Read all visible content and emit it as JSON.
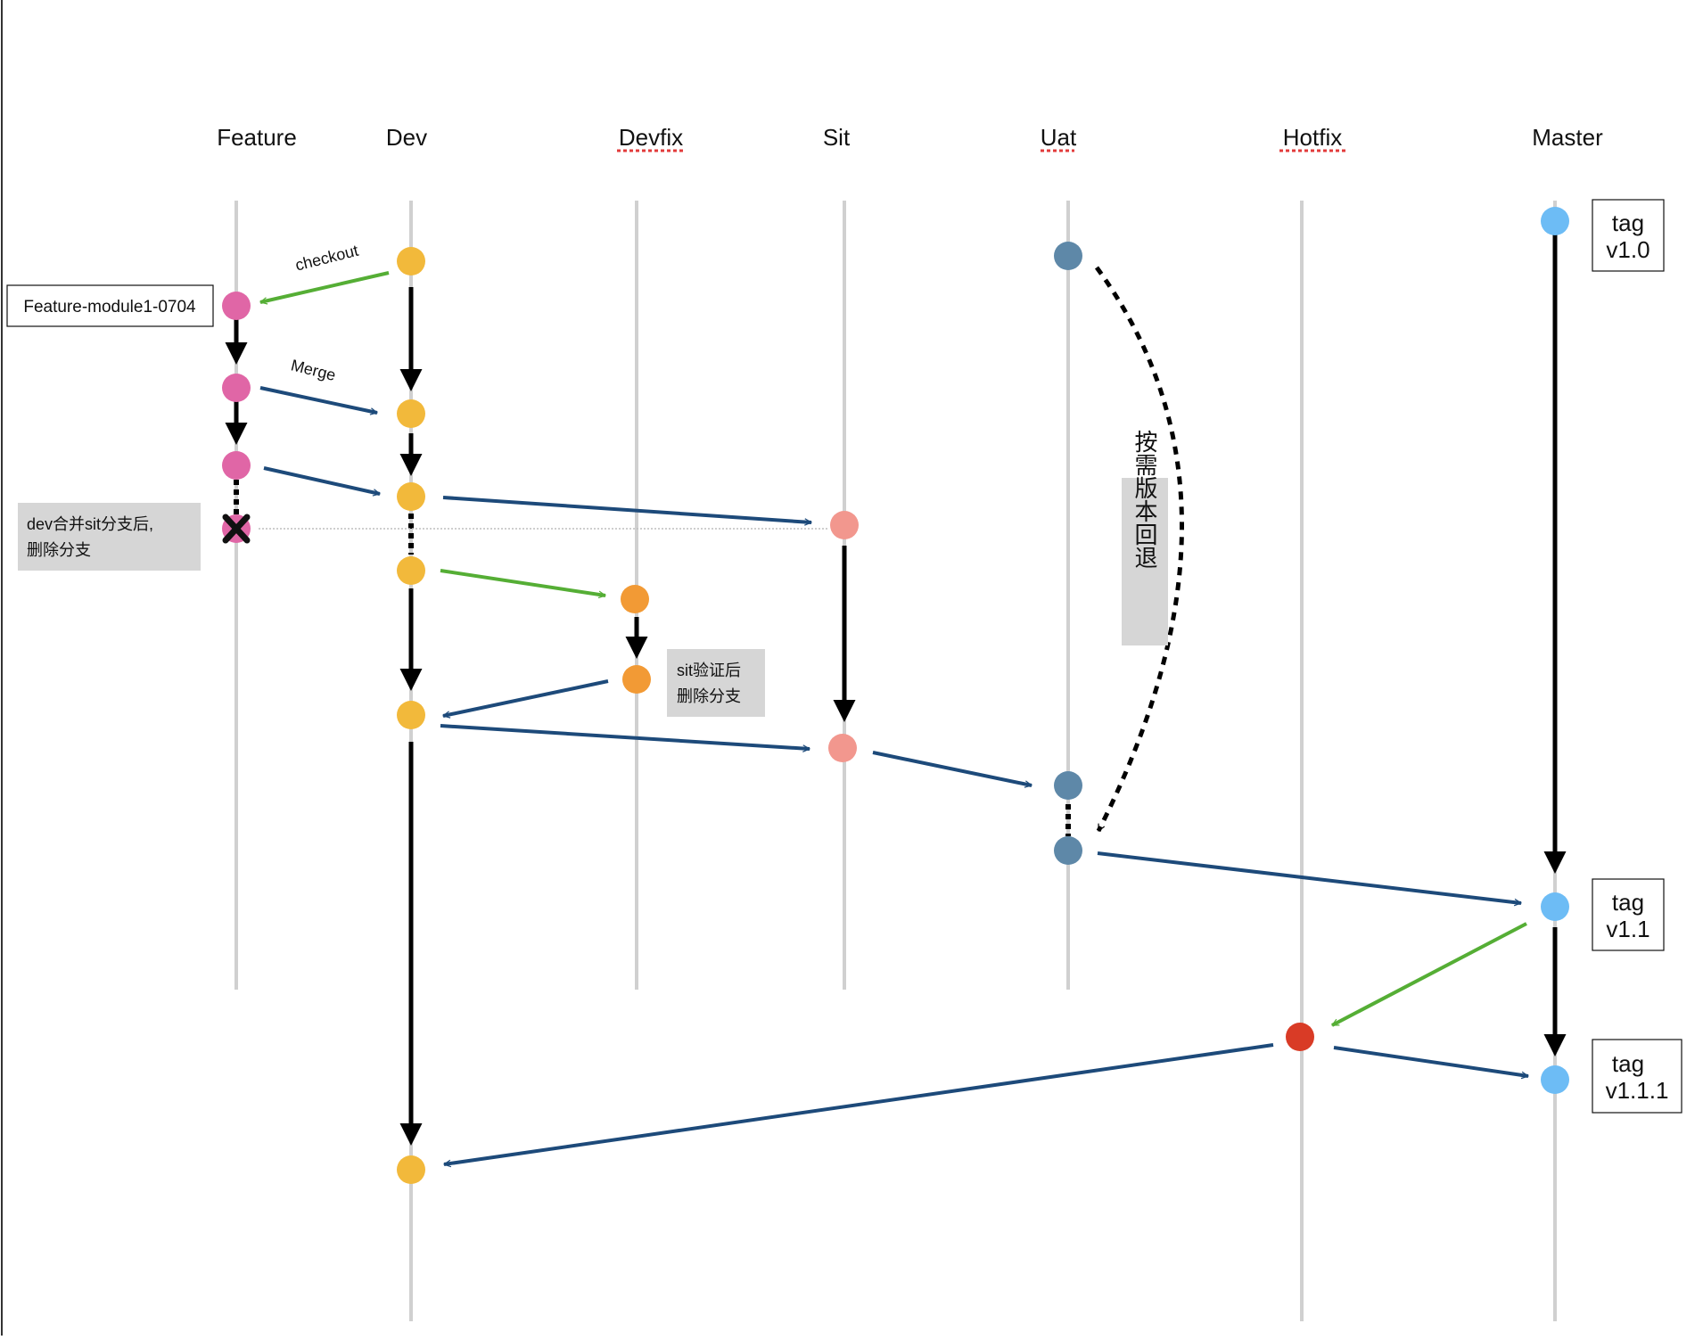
{
  "branches": [
    {
      "key": "feature",
      "label": "Feature",
      "spell": false
    },
    {
      "key": "dev",
      "label": "Dev",
      "spell": false
    },
    {
      "key": "devfix",
      "label": "Devfix",
      "spell": true
    },
    {
      "key": "sit",
      "label": "Sit",
      "spell": false
    },
    {
      "key": "uat",
      "label": "Uat",
      "spell": true
    },
    {
      "key": "hotfix",
      "label": "Hotfix",
      "spell": true
    },
    {
      "key": "master",
      "label": "Master",
      "spell": false
    }
  ],
  "edge_labels": {
    "checkout": "checkout",
    "merge": "Merge"
  },
  "feature_branch_name": "Feature-module1-0704",
  "notes": {
    "feature_delete_line1": "dev合并sit分支后,",
    "feature_delete_line2": "删除分支",
    "devfix_delete_line1": "sit验证后",
    "devfix_delete_line2": "删除分支",
    "uat_rollback": "按需版本回退"
  },
  "tags": [
    {
      "key": "tag_v1_0",
      "line1": "tag",
      "line2": "v1.0"
    },
    {
      "key": "tag_v1_1",
      "line1": "tag",
      "line2": "v1.1"
    },
    {
      "key": "tag_v1_1_1",
      "line1": "tag",
      "line2": "v1.1.1"
    }
  ],
  "colors": {
    "feature": "#e066a6",
    "dev": "#f2b93b",
    "devfix": "#f29a35",
    "sit": "#f2978e",
    "uat": "#5e88a8",
    "hotfix": "#d93b26",
    "master": "#6dbcf5",
    "merge_arrow": "#1d4a7a",
    "checkout_arrow": "#55ae35",
    "flow_arrow": "#000000"
  }
}
